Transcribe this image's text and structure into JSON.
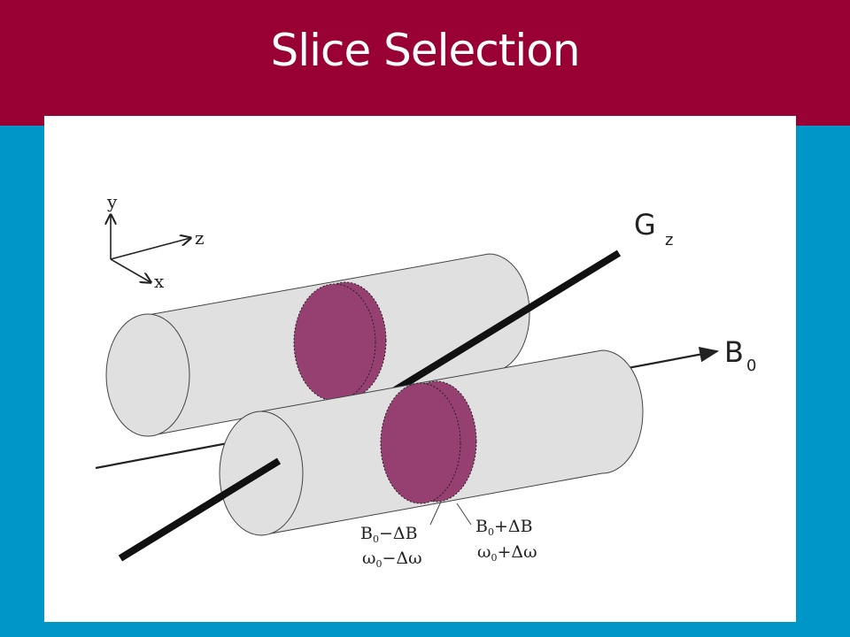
{
  "slide": {
    "title": "Slice Selection"
  },
  "diagram": {
    "axes": {
      "y_label": "y",
      "z_label": "z",
      "x_label": "x"
    },
    "gradient_label": "G",
    "gradient_sub": "z",
    "field_label": "B",
    "field_sub": "0",
    "annotation_left": {
      "line1_main": "B",
      "line1_sub": "0",
      "line1_rest": "−ΔB",
      "line2_main": "ω",
      "line2_sub": "0",
      "line2_rest": "−Δω"
    },
    "annotation_right": {
      "line1_main": "B",
      "line1_sub": "0",
      "line1_rest": "+ΔB",
      "line2_main": "ω",
      "line2_sub": "0",
      "line2_rest": "+Δω"
    },
    "colors": {
      "cylinder_fill": "#e0e0e0",
      "slice_fill": "#954070",
      "title_bar": "#990033",
      "background": "#0096c8"
    }
  }
}
